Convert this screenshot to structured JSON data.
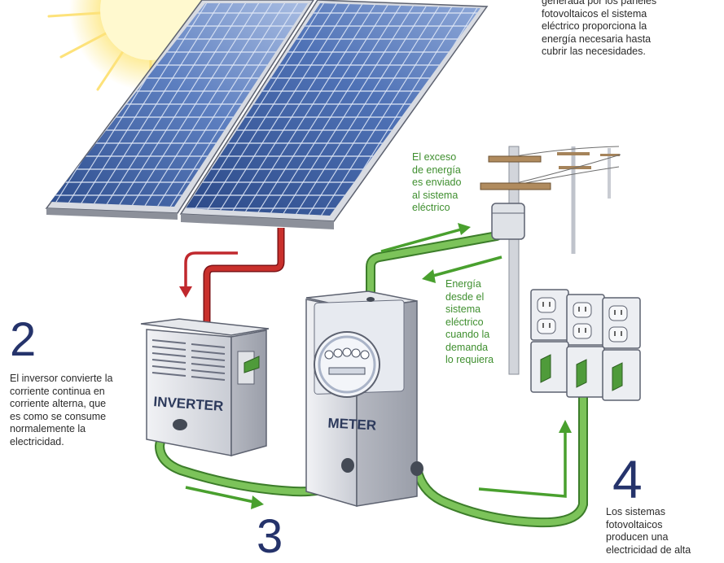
{
  "texts": {
    "top_right_lines": [
      "generada por los paneles",
      "fotovoltaicos el sistema",
      "eléctrico proporciona la",
      "energía necesaria hasta",
      "cubrir las necesidades."
    ],
    "excess_lines": [
      "El exceso",
      "de energía",
      "es enviado",
      "al sistema",
      "eléctrico"
    ],
    "demand_lines": [
      "Energía",
      "desde el",
      "sistema",
      "eléctrico",
      "cuando la",
      "demanda",
      "lo requiera"
    ],
    "step2_number": "2",
    "step2_lines": [
      "El inversor convierte la",
      "corriente continua en",
      "corriente alterna, que",
      "es como se consume",
      "normalemente la",
      "electricidad."
    ],
    "step3_number": "3",
    "step4_number": "4",
    "step4_lines": [
      "Los sistemas",
      "fotovoltaicos",
      "producen una",
      "electricidad de alta"
    ]
  },
  "labels": {
    "inverter": "INVERTER",
    "meter": "METER"
  },
  "colors": {
    "green_text": "#3f8f2f",
    "number": "#25336b",
    "cable_green": "#6ab04c",
    "cable_red": "#c0282d",
    "panel_blue": "#3f62a6"
  },
  "icons": [
    "sun-icon",
    "solar-panel-icon",
    "utility-pole-icon",
    "outlet-icon",
    "light-switch-icon",
    "arrow-icon"
  ]
}
